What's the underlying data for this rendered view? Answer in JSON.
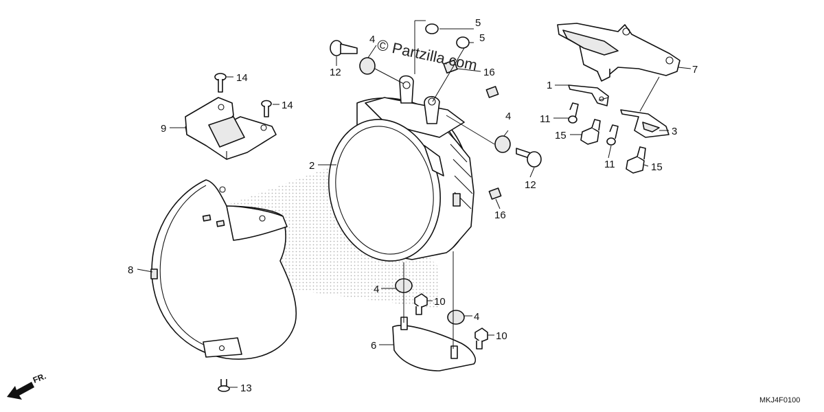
{
  "diagram": {
    "watermark": "© Partzilla.com",
    "code": "MKJ4F0100",
    "front_arrow_label": "FR.",
    "callouts": [
      {
        "id": "c1",
        "text": "1"
      },
      {
        "id": "c2",
        "text": "2"
      },
      {
        "id": "c3",
        "text": "3"
      },
      {
        "id": "c4a",
        "text": "4"
      },
      {
        "id": "c4b",
        "text": "4"
      },
      {
        "id": "c4c",
        "text": "4"
      },
      {
        "id": "c4d",
        "text": "4"
      },
      {
        "id": "c5a",
        "text": "5"
      },
      {
        "id": "c5b",
        "text": "5"
      },
      {
        "id": "c6",
        "text": "6"
      },
      {
        "id": "c7",
        "text": "7"
      },
      {
        "id": "c8",
        "text": "8"
      },
      {
        "id": "c9",
        "text": "9"
      },
      {
        "id": "c10a",
        "text": "10"
      },
      {
        "id": "c10b",
        "text": "10"
      },
      {
        "id": "c11a",
        "text": "11"
      },
      {
        "id": "c11b",
        "text": "11"
      },
      {
        "id": "c12a",
        "text": "12"
      },
      {
        "id": "c12b",
        "text": "12"
      },
      {
        "id": "c13",
        "text": "13"
      },
      {
        "id": "c14a",
        "text": "14"
      },
      {
        "id": "c14b",
        "text": "14"
      },
      {
        "id": "c15a",
        "text": "15"
      },
      {
        "id": "c15b",
        "text": "15"
      },
      {
        "id": "c16a",
        "text": "16"
      },
      {
        "id": "c16b",
        "text": "16"
      }
    ]
  }
}
